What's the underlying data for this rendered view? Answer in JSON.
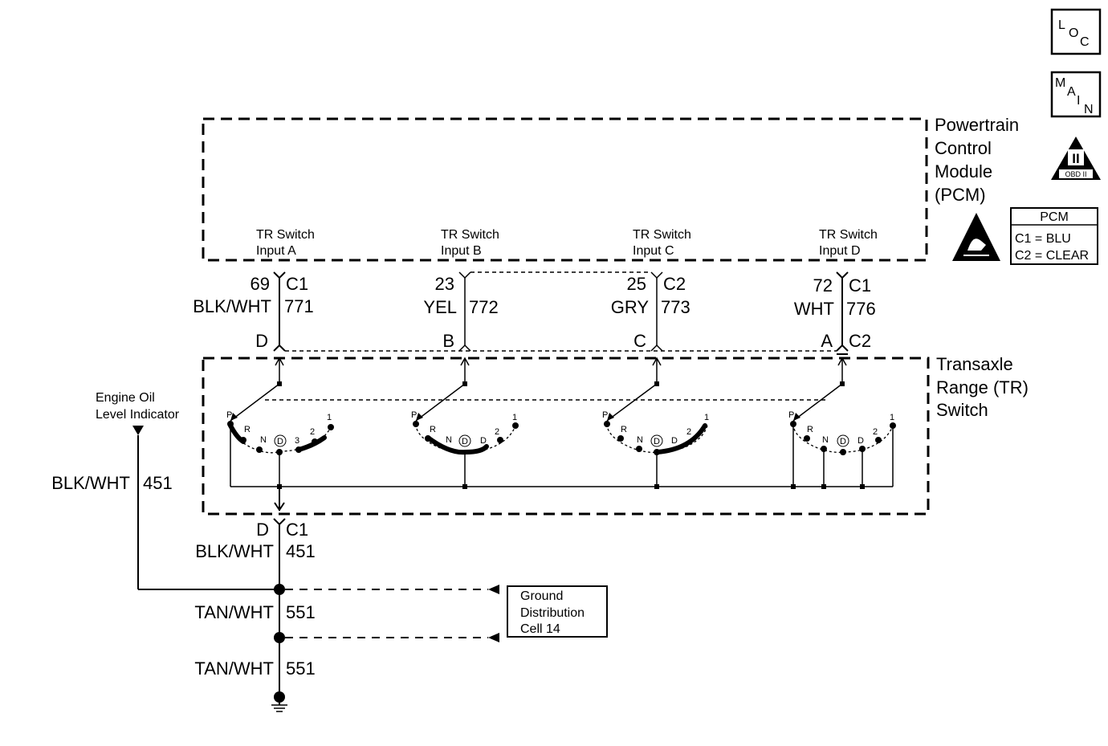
{
  "badges": {
    "loc": [
      "L",
      "O",
      "C"
    ],
    "main": [
      "M",
      "A",
      "I",
      "N"
    ],
    "obd": {
      "roman": "II",
      "label": "OBD II"
    }
  },
  "pcm": {
    "name_lines": [
      "Powertrain",
      "Control",
      "Module",
      "(PCM)"
    ],
    "inputs": [
      {
        "line1": "TR Switch",
        "line2": "Input A"
      },
      {
        "line1": "TR Switch",
        "line2": "Input B"
      },
      {
        "line1": "TR Switch",
        "line2": "Input C"
      },
      {
        "line1": "TR Switch",
        "line2": "Input D"
      }
    ]
  },
  "connector_table": {
    "title": "PCM",
    "rows": [
      "C1 = BLU",
      "C2 = CLEAR"
    ]
  },
  "circuits": [
    {
      "pin": "69",
      "conn": "C1",
      "color": "BLK/WHT",
      "number": "771",
      "tr_pin": "D",
      "tr_conn": ""
    },
    {
      "pin": "23",
      "conn": "",
      "color": "YEL",
      "number": "772",
      "tr_pin": "B",
      "tr_conn": ""
    },
    {
      "pin": "25",
      "conn": "C2",
      "color": "GRY",
      "number": "773",
      "tr_pin": "C",
      "tr_conn": ""
    },
    {
      "pin": "72",
      "conn": "C1",
      "color": "WHT",
      "number": "776",
      "tr_pin": "A",
      "tr_conn": "C2"
    }
  ],
  "tr_switch": {
    "name_lines": [
      "Transaxle",
      "Range (TR)",
      "Switch"
    ],
    "positions": [
      [
        "P",
        "R",
        "N",
        "D",
        "3",
        "2",
        "1"
      ],
      [
        "P",
        "R",
        "N",
        "D",
        "2",
        "1"
      ],
      [
        "P",
        "R",
        "N",
        "D",
        "D",
        "2",
        "1"
      ],
      [
        "P",
        "R",
        "N",
        "D",
        "D",
        "2",
        "1"
      ]
    ]
  },
  "engine_oil": {
    "lines": [
      "Engine Oil",
      "Level Indicator"
    ],
    "color": "BLK/WHT",
    "number": "451"
  },
  "ground_wire": {
    "pin": "D",
    "conn": "C1",
    "color": "BLK/WHT",
    "number": "451",
    "segments": [
      {
        "color": "TAN/WHT",
        "number": "551"
      },
      {
        "color": "TAN/WHT",
        "number": "551"
      }
    ]
  },
  "ground_distribution": {
    "lines": [
      "Ground",
      "Distribution",
      "Cell 14"
    ]
  }
}
